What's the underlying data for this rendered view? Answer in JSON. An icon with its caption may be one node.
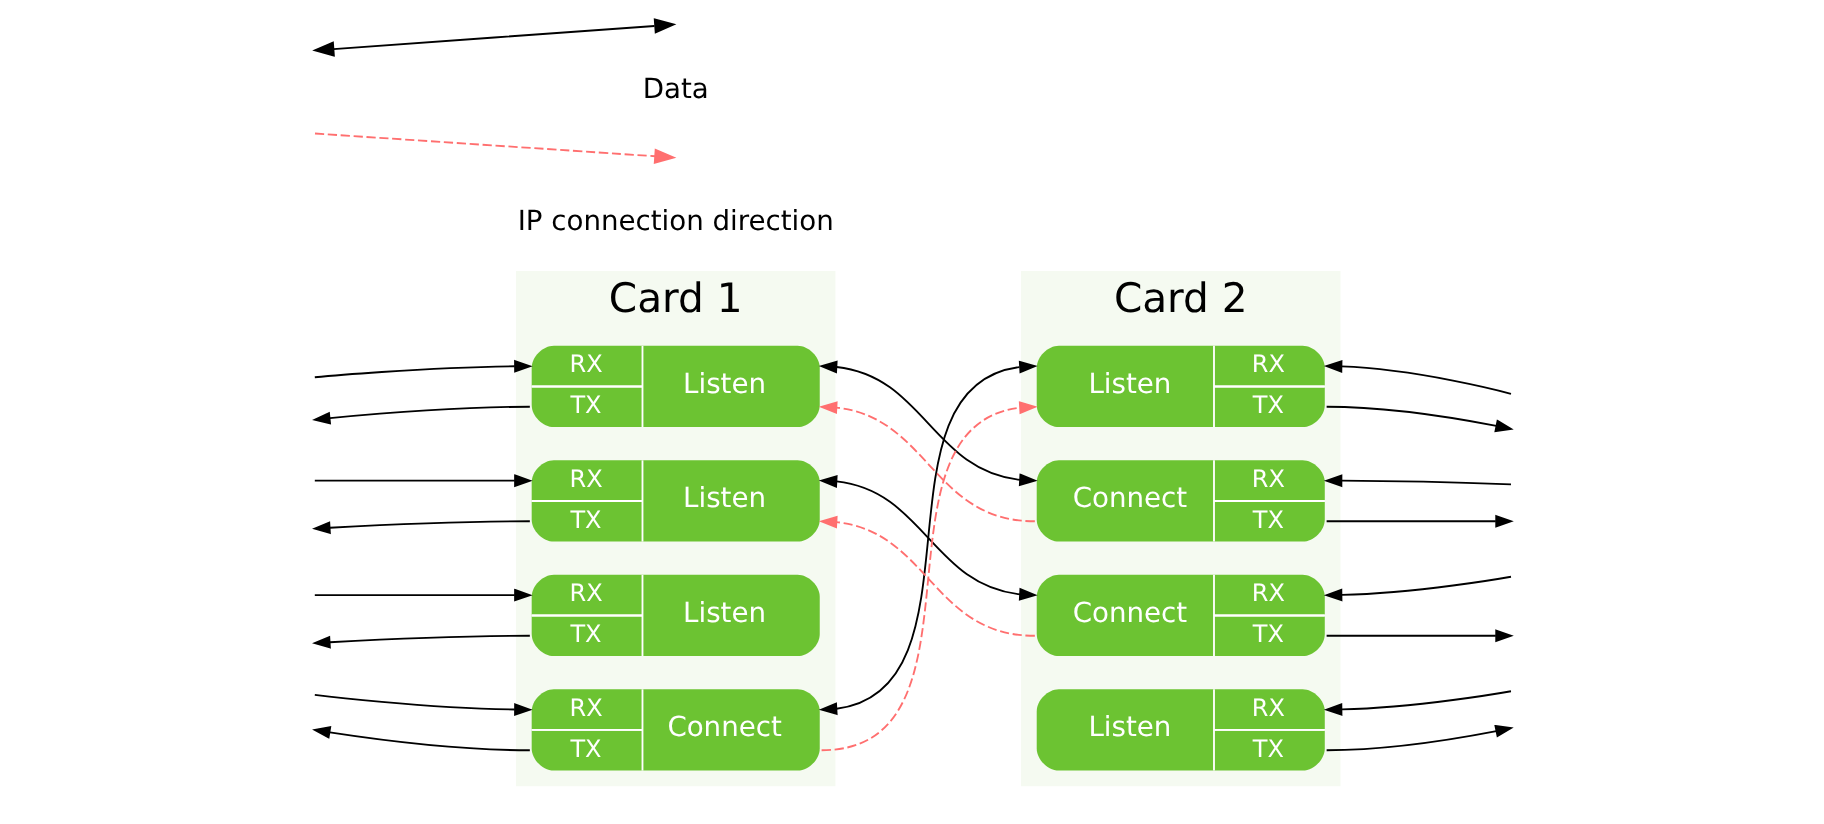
{
  "diagram": {
    "nodes": [
      {
        "text": [
          "Card 1"
        ]
      },
      {
        "text": [
          "RX",
          "TX",
          "Listen"
        ],
        "in": 0
      },
      {
        "text": [
          "RX",
          "TX",
          "Listen"
        ],
        "in": 0
      },
      {
        "text": [
          "RX",
          "TX",
          "Listen"
        ],
        "in": 0
      },
      {
        "text": [
          "RX",
          "TX",
          "Connect"
        ],
        "in": 0
      },
      {
        "text": [
          "Card 2"
        ]
      },
      {
        "text": [
          "Listen",
          "RX",
          "TX"
        ],
        "in": 5
      },
      {
        "text": [
          "Connect",
          "RX",
          "TX"
        ],
        "in": 5
      },
      {
        "text": [
          "Connect",
          "RX",
          "TX"
        ],
        "in": 5
      },
      {
        "text": [
          "Listen",
          "RX",
          "TX"
        ],
        "in": 5
      }
    ],
    "edges": [
      {
        "from": 1,
        "to": null,
        "arrow": "to"
      },
      {
        "from": null,
        "to": 1,
        "arrow": "to"
      },
      {
        "from": 2,
        "to": null,
        "arrow": "to"
      },
      {
        "from": null,
        "to": 2,
        "arrow": "to"
      },
      {
        "from": 3,
        "to": null,
        "arrow": "to"
      },
      {
        "from": null,
        "to": 3,
        "arrow": "to"
      },
      {
        "from": 4,
        "to": null,
        "arrow": "to"
      },
      {
        "from": null,
        "to": 4,
        "arrow": "to"
      },
      {
        "from": null,
        "to": 6,
        "arrow": "to"
      },
      {
        "from": 6,
        "to": null,
        "arrow": "to"
      },
      {
        "from": null,
        "to": 7,
        "arrow": "to"
      },
      {
        "from": 7,
        "to": null,
        "arrow": "to"
      },
      {
        "from": null,
        "to": 8,
        "arrow": "to"
      },
      {
        "from": 8,
        "to": null,
        "arrow": "to"
      },
      {
        "from": 9,
        "to": null,
        "arrow": "to"
      },
      {
        "from": null,
        "to": 9,
        "arrow": "to"
      },
      {
        "from": 1,
        "to": 7,
        "arrow": "both"
      },
      {
        "from": 2,
        "to": 8,
        "arrow": "both"
      },
      {
        "from": 4,
        "to": 6,
        "arrow": "both"
      },
      {
        "from": 7,
        "to": 1,
        "arrow": "to",
        "style": "dashed",
        "color": "#ff6f6f"
      },
      {
        "from": 8,
        "to": 2,
        "arrow": "to",
        "style": "dashed",
        "color": "#ff6f6f"
      },
      {
        "from": 4,
        "to": 6,
        "arrow": "to",
        "style": "dashed",
        "color": "#ff6f6f"
      }
    ],
    "legend": [
      {
        "text": "Data"
      },
      {
        "text": "IP connection direction"
      }
    ]
  }
}
